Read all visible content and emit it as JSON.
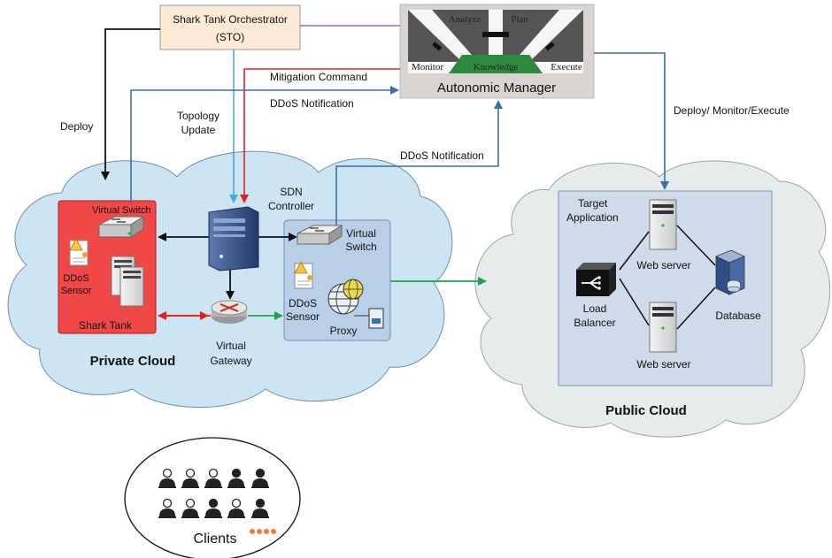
{
  "orchestrator": {
    "line1": "Shark Tank Orchestrator",
    "line2": "(STO)"
  },
  "autonomic_manager": {
    "title": "Autonomic Manager",
    "analyze": "Analyze",
    "plan": "Plan",
    "monitor": "Monitor",
    "knowledge": "Knowledge",
    "execute": "Execute"
  },
  "labels": {
    "deploy": "Deploy",
    "topology_1": "Topology",
    "topology_2": "Update",
    "mitigation_command": "Mitigation Command",
    "ddos_notification_1": "DDoS Notification",
    "ddos_notification_2": "DDoS Notification",
    "deploy_monitor_execute": "Deploy/ Monitor/Execute"
  },
  "private_cloud": {
    "title": "Private Cloud",
    "sdn_1": "SDN",
    "sdn_2": "Controller",
    "shark_tank": "Shark Tank",
    "virtual_switch_left": "Virtual Switch",
    "ddos_sensor_left_1": "DDoS",
    "ddos_sensor_left_2": "Sensor",
    "virtual_switch_right_1": "Virtual",
    "virtual_switch_right_2": "Switch",
    "ddos_sensor_right_1": "DDoS",
    "ddos_sensor_right_2": "Sensor",
    "proxy": "Proxy",
    "gateway_1": "Virtual",
    "gateway_2": "Gateway"
  },
  "public_cloud": {
    "title": "Public Cloud",
    "target_1": "Target",
    "target_2": "Application",
    "web_server_top": "Web server",
    "web_server_bottom": "Web server",
    "load_1": "Load",
    "load_2": "Balancer",
    "database": "Database"
  },
  "clients": {
    "label": "Clients"
  },
  "colors": {
    "cloud_private": "#cde5f3",
    "cloud_public": "#e6ecec",
    "shark_tank": "#f04747",
    "right_box": "#b9cfe8",
    "target_box": "#cfdbeb",
    "orchestrator": "#fdebd5",
    "manager": "#d8d4d2",
    "arrow_blue": "#3b6fa8",
    "arrow_light_blue": "#4aa8d8",
    "arrow_red": "#e02020",
    "arrow_green": "#22a050",
    "line_purple": "#9b6aa8"
  }
}
